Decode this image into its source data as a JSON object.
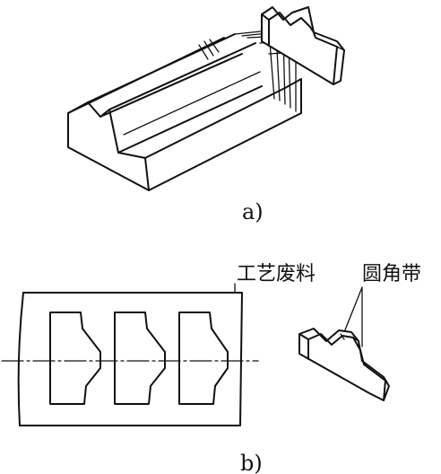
{
  "figure_a": {
    "caption": "a)"
  },
  "figure_b": {
    "caption": "b)",
    "label_scrap": "工艺废料",
    "label_fillet": "圆角带"
  }
}
